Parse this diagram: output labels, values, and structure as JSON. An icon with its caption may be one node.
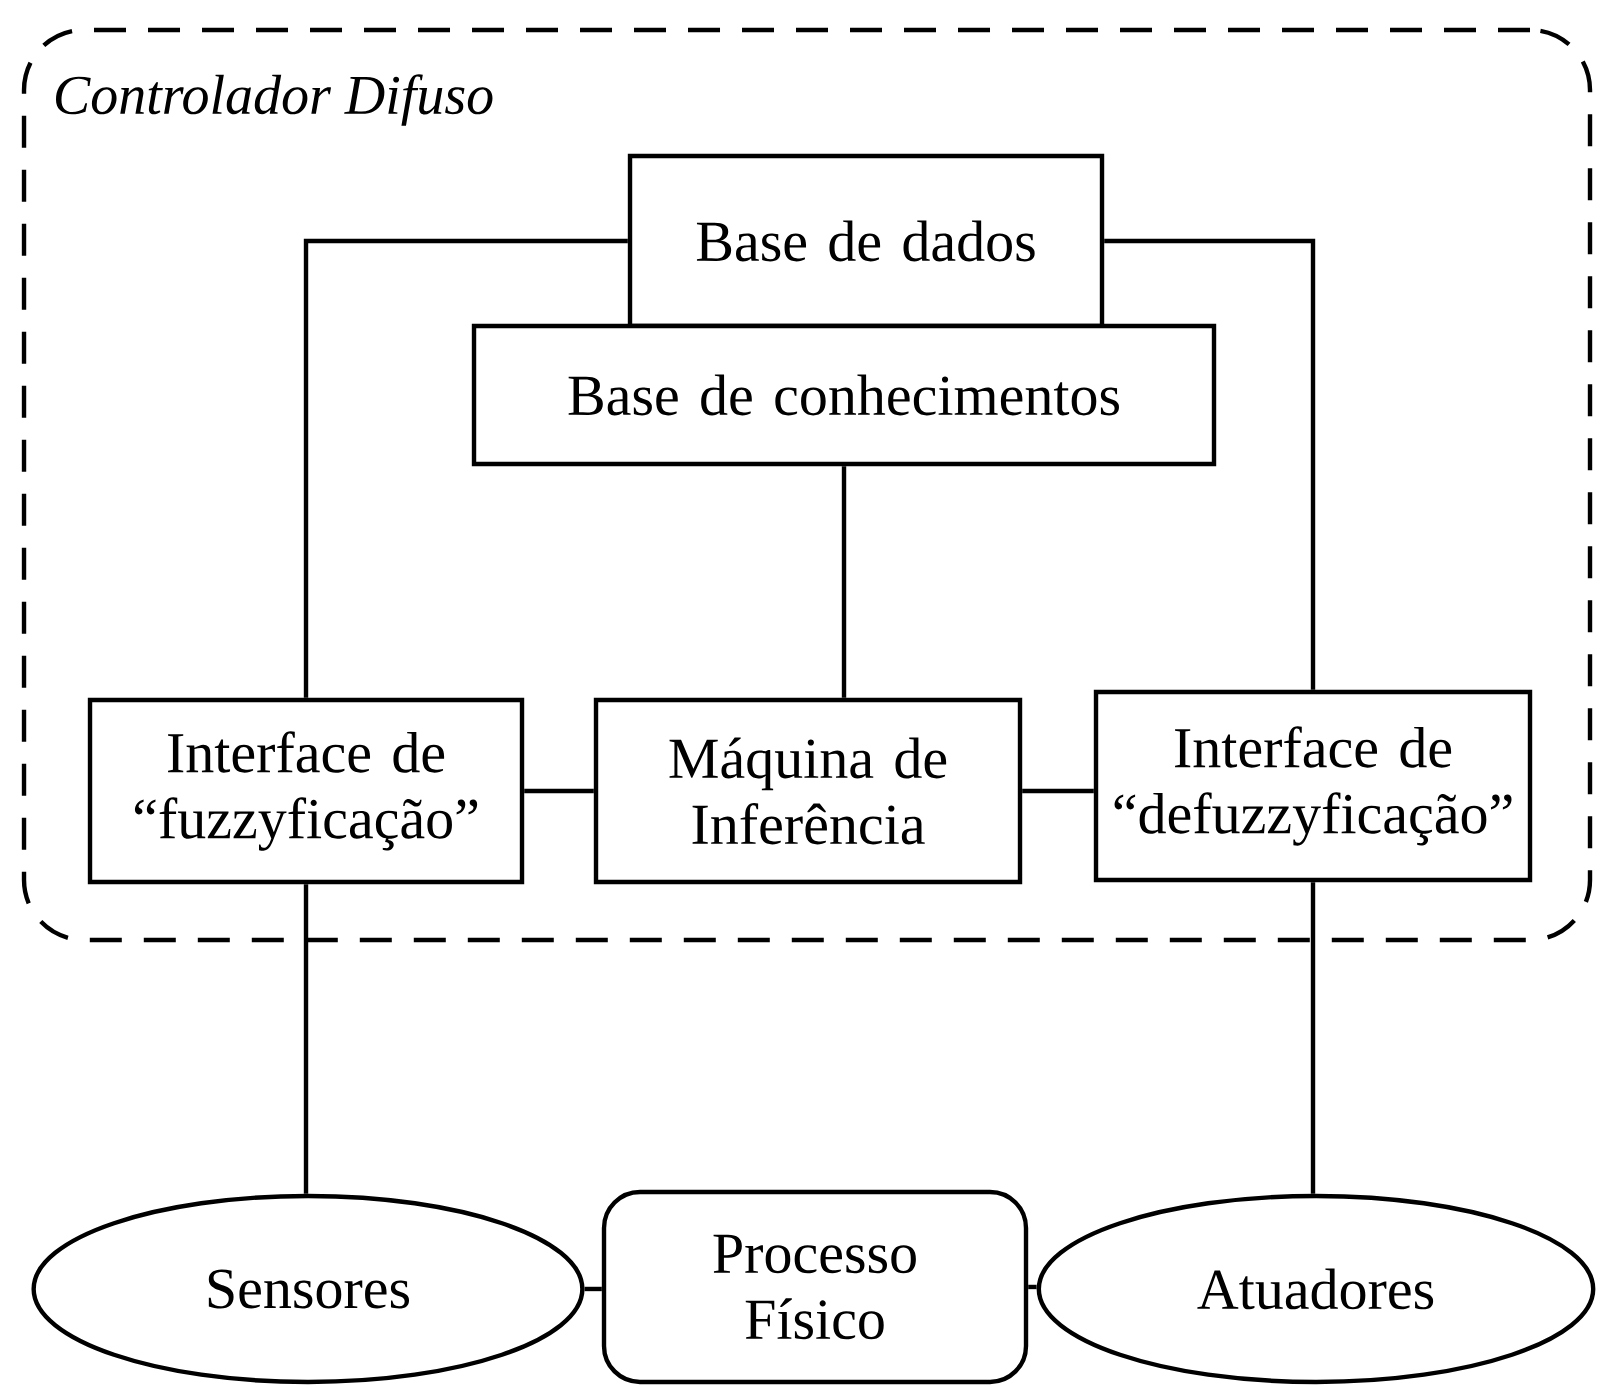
{
  "diagram": {
    "nodes": [
      {
        "text": [
          "Controlador Difuso"
        ]
      },
      {
        "text": [
          "Base de dados"
        ],
        "in": 0
      },
      {
        "text": [
          "Base de conhecimentos"
        ],
        "in": 0
      },
      {
        "text": [
          "Interface de “fuzzyficação”"
        ],
        "in": 0
      },
      {
        "text": [
          "Máquina de Inferência"
        ],
        "in": 0
      },
      {
        "text": [
          "Interface de “defuzzyficação”"
        ],
        "in": 0
      },
      {
        "text": [
          "Sensores"
        ]
      },
      {
        "text": [
          "Processo Físico"
        ]
      },
      {
        "text": [
          "Atuadores"
        ]
      }
    ],
    "edges": [
      {
        "from": 1,
        "to": 3,
        "arrow": "none"
      },
      {
        "from": 1,
        "to": 5,
        "arrow": "none"
      },
      {
        "from": 2,
        "to": 4,
        "arrow": "none"
      },
      {
        "from": 3,
        "to": 4,
        "arrow": "none"
      },
      {
        "from": 4,
        "to": 5,
        "arrow": "none"
      },
      {
        "from": 3,
        "to": 6,
        "arrow": "none"
      },
      {
        "from": 5,
        "to": 8,
        "arrow": "none"
      },
      {
        "from": 6,
        "to": 7,
        "arrow": "none"
      },
      {
        "from": 7,
        "to": 8,
        "arrow": "none"
      }
    ]
  }
}
